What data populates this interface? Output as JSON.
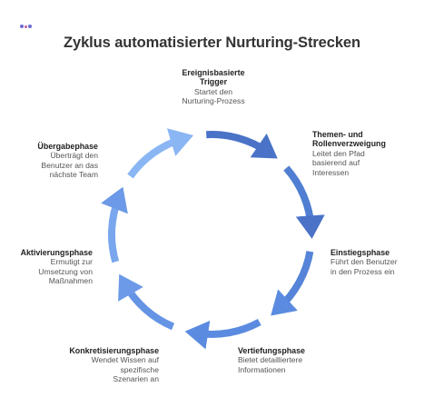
{
  "title": "Zyklus automatisierter Nurturing-Strecken",
  "logo": {
    "icon": "napkin-logo-icon"
  },
  "colors": {
    "arrow_dark": "#4a73c8",
    "arrow_mid": "#5b8be0",
    "arrow_light": "#8ab6f4"
  },
  "stages": [
    {
      "heading": "Ereignisbasierte Trigger",
      "heading_lines": [
        "Ereignisbasierte",
        "Trigger"
      ],
      "desc_lines": [
        "Startet den",
        "Nurturing-Prozess"
      ]
    },
    {
      "heading": "Themen- und Rollenverzweigung",
      "heading_lines": [
        "Themen- und",
        "Rollenverzweigung"
      ],
      "desc_lines": [
        "Leitet den Pfad",
        "basierend auf",
        "Interessen"
      ]
    },
    {
      "heading": "Einstiegsphase",
      "heading_lines": [
        "Einstiegsphase"
      ],
      "desc_lines": [
        "Führt den Benutzer",
        "in den Prozess ein"
      ]
    },
    {
      "heading": "Vertiefungsphase",
      "heading_lines": [
        "Vertiefungsphase"
      ],
      "desc_lines": [
        "Bietet detailliertere",
        "Informationen"
      ]
    },
    {
      "heading": "Konkretisierungsphase",
      "heading_lines": [
        "Konkretisierungsphase"
      ],
      "desc_lines": [
        "Wendet Wissen auf",
        "spezifische",
        "Szenarien an"
      ]
    },
    {
      "heading": "Aktivierungsphase",
      "heading_lines": [
        "Aktivierungsphase"
      ],
      "desc_lines": [
        "Ermutigt zur",
        "Umsetzung von",
        "Maßnahmen"
      ]
    },
    {
      "heading": "Übergabephase",
      "heading_lines": [
        "Übergabephase"
      ],
      "desc_lines": [
        "Überträgt den",
        "Benutzer an das",
        "nächste Team"
      ]
    }
  ]
}
